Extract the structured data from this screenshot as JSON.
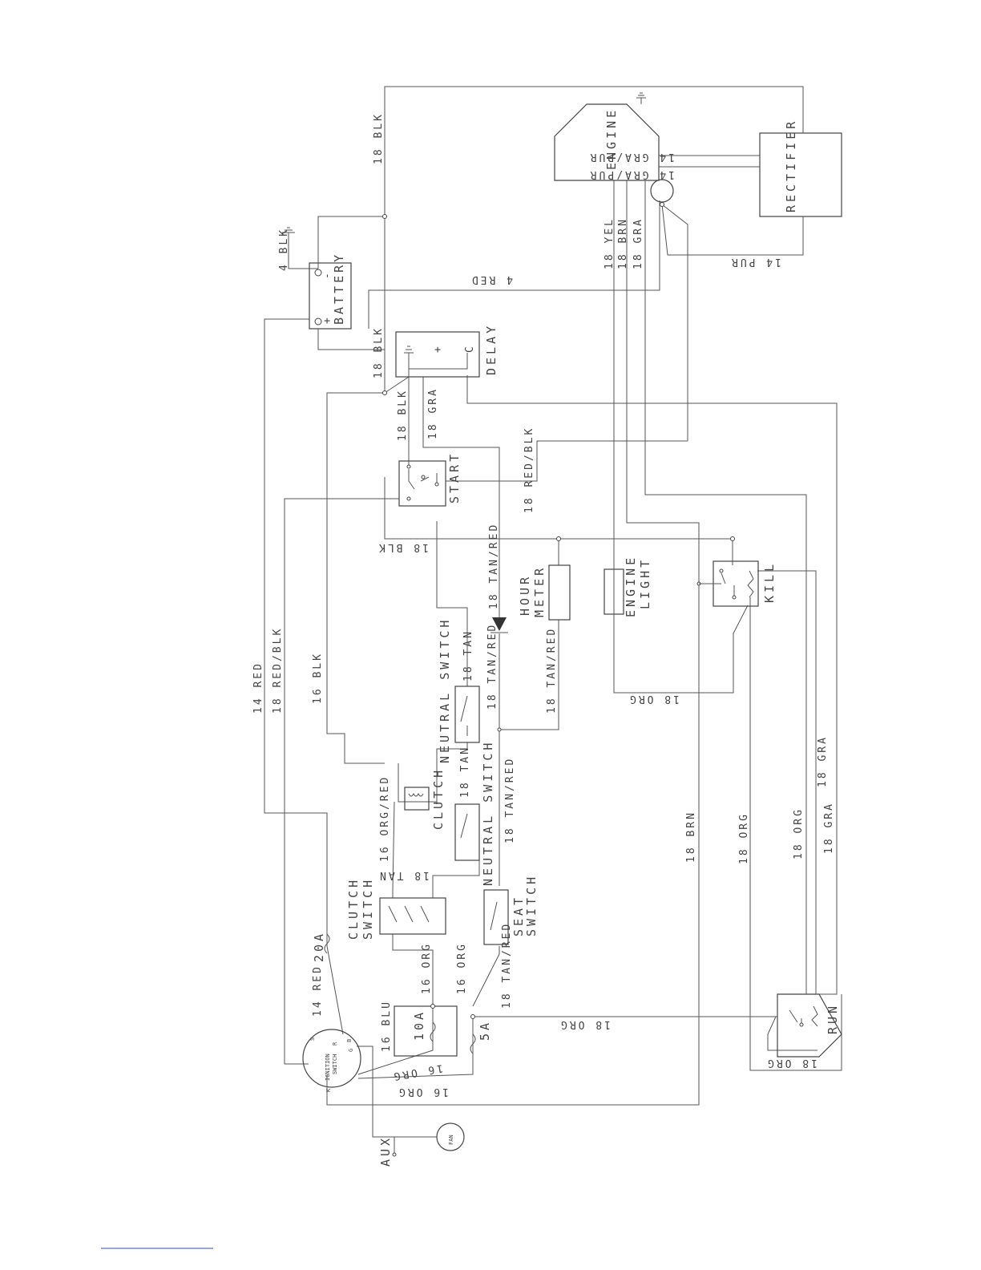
{
  "components": {
    "engine": "ENGINE",
    "rectifier": "RECTIFIER",
    "battery": "BATTERY",
    "battery_neg": "-",
    "battery_pos": "+",
    "delay": "DELAY",
    "delay_pos": "+",
    "delay_c": "C",
    "start": "START",
    "hour_meter_1": "HOUR",
    "hour_meter_2": "METER",
    "engine_light_1": "ENGINE",
    "engine_light_2": "LIGHT",
    "kill": "KILL",
    "neutral_switch_top": "NEUTRAL SWITCH",
    "neutral_switch_bottom": "NEUTRAL SWITCH",
    "clutch": "CLUTCH",
    "clutch_switch_1": "CLUTCH",
    "clutch_switch_2": "SWITCH",
    "seat_switch_1": "SEAT",
    "seat_switch_2": "SWITCH",
    "run": "RUN",
    "ignition_switch_1": "IGNITION",
    "ignition_switch_2": "SWITCH",
    "ign_s": "S",
    "ign_b": "B",
    "ign_g": "G",
    "ign_r": "R",
    "ign_k": "K",
    "fan": "FAN",
    "aux": "AUX",
    "fuse_20a": "20A",
    "fuse_10a": "10A",
    "fuse_5a": "5A"
  },
  "wires": {
    "w_18blk_top": "18 BLK",
    "w_14grapur_1": "14 GRA/PUR",
    "w_14grapur_2": "14 GRA/PUR",
    "w_4blk": "4 BLK",
    "w_4red": "4 RED",
    "w_14pur": "14 PUR",
    "w_18yel": "18 YEL",
    "w_18brn_top": "18 BRN",
    "w_18gra_top": "18 GRA",
    "w_18blk_delay": "18 BLK",
    "w_18blk_start": "18 BLK",
    "w_18gra_start": "18 GRA",
    "w_18redblk_start": "18 RED/BLK",
    "w_18blk_mid": "18 BLK",
    "w_18tanred_hour": "18 TAN/RED",
    "w_18tan_neutral": "18 TAN",
    "w_18tanred_neutral": "18 TAN/RED",
    "w_18tanred_meter": "18 TAN/RED",
    "w_18org_kill": "18 ORG",
    "w_14red_left": "14 RED",
    "w_18redblk_left": "18 RED/BLK",
    "w_16blk_left": "16 BLK",
    "w_18tan_clutch": "18 TAN",
    "w_18tanred_clutch": "18 TAN/RED",
    "w_16orgred": "16 ORG/RED",
    "w_18tan_lower": "18 TAN",
    "w_18brn_mid": "18 BRN",
    "w_18org_mid": "18 ORG",
    "w_18org_right": "18 ORG",
    "w_18gra_right1": "18 GRA",
    "w_18gra_right2": "18 GRA",
    "w_14red_ign": "14 RED",
    "w_16org_fuse": "16 ORG",
    "w_16org_seat": "16 ORG",
    "w_18tanred_seat": "18 TAN/RED",
    "w_18org_run": "18 ORG",
    "w_18org_runbox": "18 ORG",
    "w_16blu": "16 BLU",
    "w_16org_ign1": "16 ORG",
    "w_16org_ign2": "16 ORG"
  }
}
